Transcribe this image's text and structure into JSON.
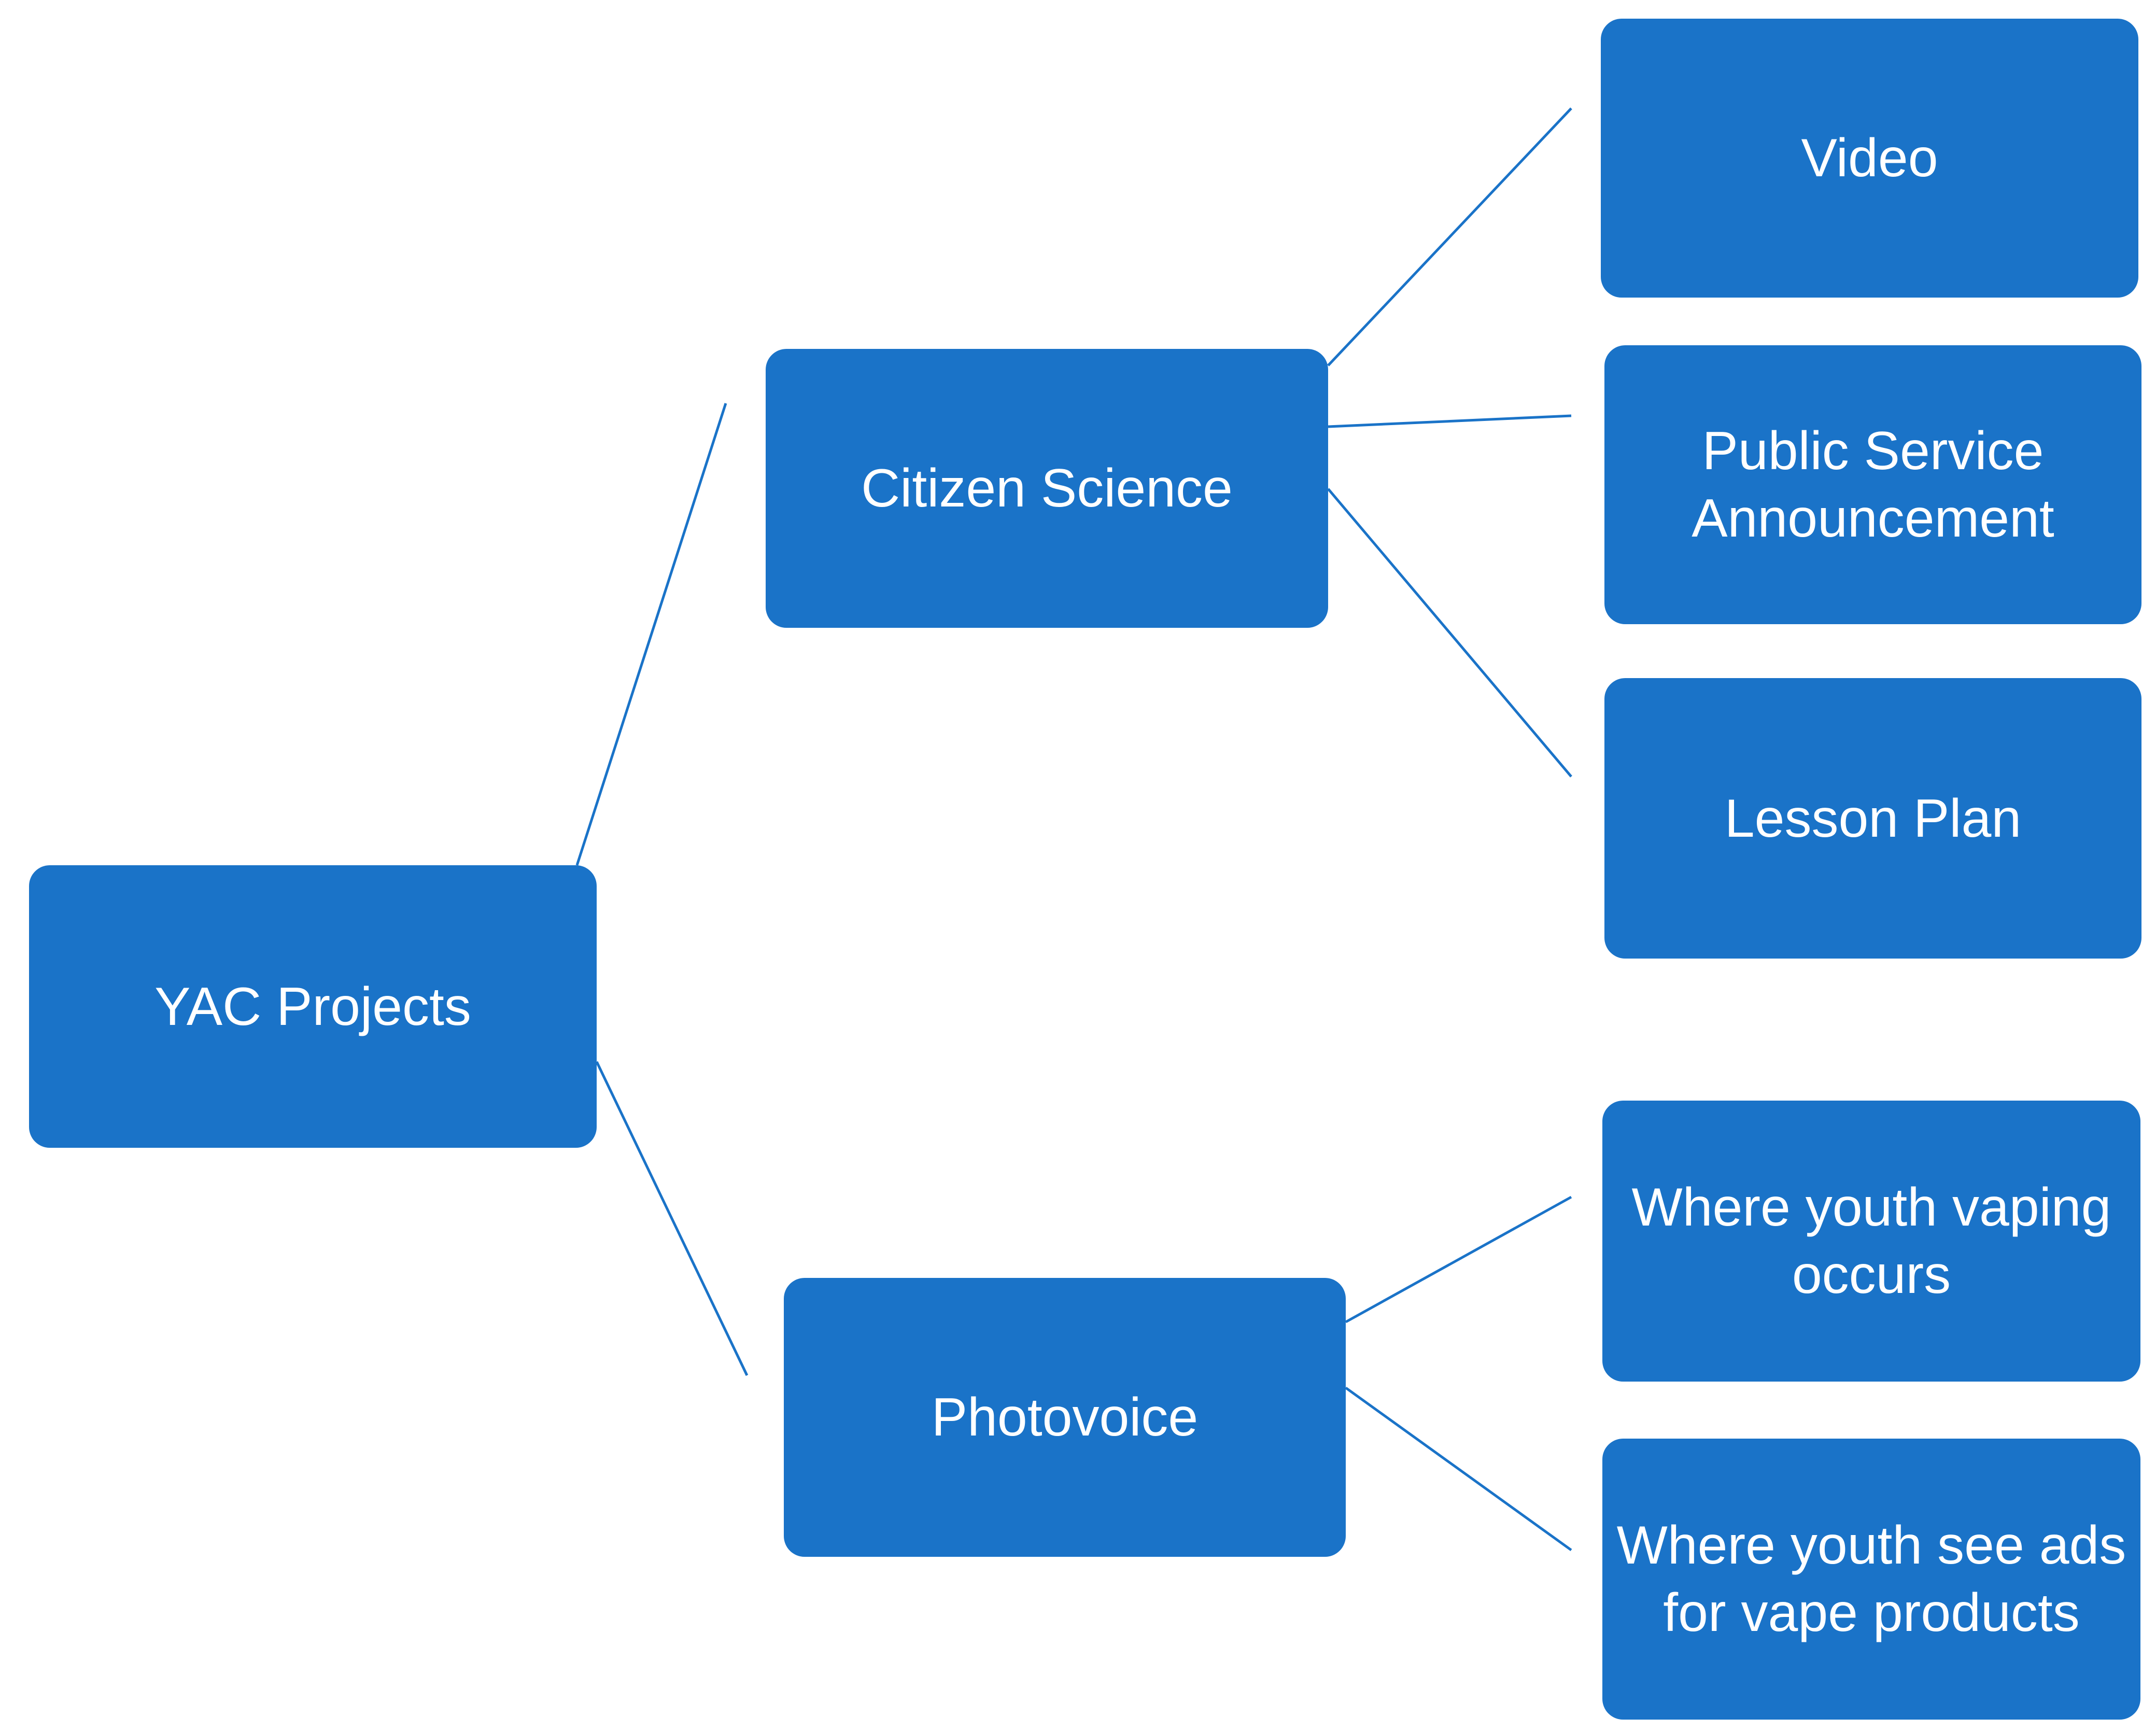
{
  "diagram": {
    "root": {
      "label": "YAC Projects"
    },
    "branches": [
      {
        "label": "Citizen Science",
        "children": [
          {
            "label": "Video"
          },
          {
            "label": "Public Service\nAnnouncement"
          },
          {
            "label": "Lesson Plan"
          }
        ]
      },
      {
        "label": "Photovoice",
        "children": [
          {
            "label": "Where youth vaping\noccurs"
          },
          {
            "label": "Where youth see ads\nfor vape products"
          }
        ]
      }
    ]
  },
  "colors": {
    "node_fill": "#1a73c8",
    "node_text": "#ffffff",
    "connector": "#1a73c8",
    "background": "#ffffff"
  }
}
